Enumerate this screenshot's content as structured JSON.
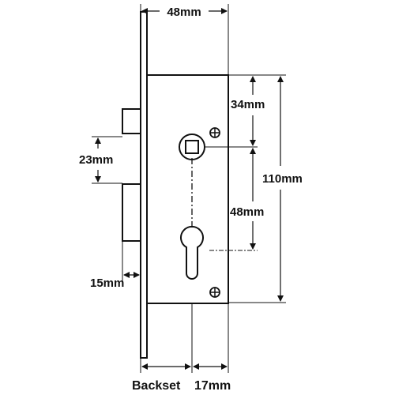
{
  "dimensions": {
    "top_width": "48mm",
    "top_section": "34mm",
    "middle_section": "48mm",
    "overall_height": "110mm",
    "bolt_spacing": "23mm",
    "bolt_throw": "15mm"
  },
  "caption": {
    "label": "Backset",
    "value": "17mm"
  }
}
